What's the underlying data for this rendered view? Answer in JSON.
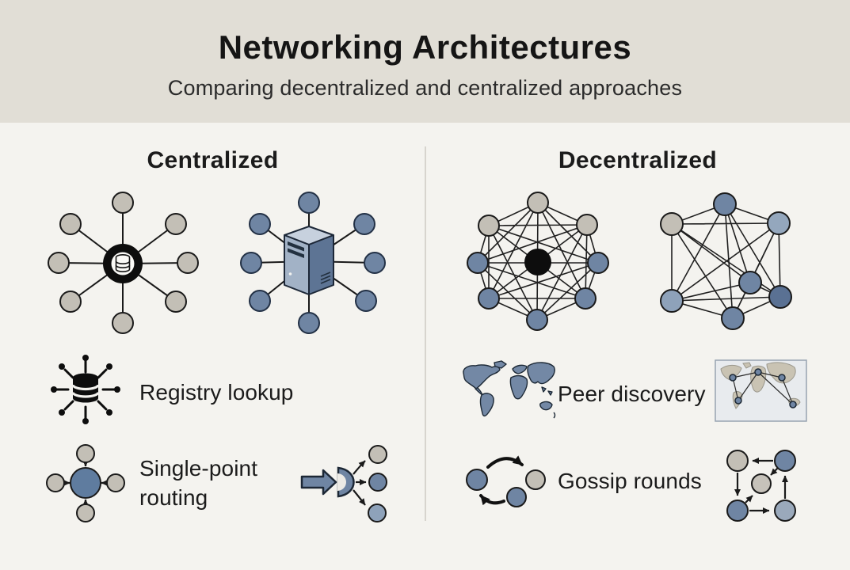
{
  "header": {
    "title": "Networking Architectures",
    "subtitle": "Comparing decentralized and centralized approaches"
  },
  "columns": {
    "centralized": {
      "title": "Centralized",
      "diagrams": [
        "hub-and-spoke-with-registry-hub",
        "hub-and-spoke-with-server-hub"
      ],
      "features": [
        {
          "label": "Registry lookup",
          "icon": "database-hub-icon"
        },
        {
          "label": "Single-point routing",
          "icon": "inbound-arrows-node-icon",
          "secondary_icon": "fan-out-router-icon"
        }
      ]
    },
    "decentralized": {
      "title": "Decentralized",
      "diagrams": [
        "full-mesh-with-black-node",
        "full-mesh-seven-nodes"
      ],
      "features": [
        {
          "label": "Peer discovery",
          "icon": "world-map-icon",
          "secondary_icon": "global-peers-map-thumbnail"
        },
        {
          "label": "Gossip rounds",
          "icon": "cyclic-exchange-icon",
          "secondary_icon": "square-gossip-graph-icon"
        }
      ]
    }
  },
  "colors": {
    "header_bg": "#e1ded6",
    "canvas_bg": "#f4f3ef",
    "ink": "#1a1a1a",
    "gray_node": "#c3bfb6",
    "blue_node": "#6f85a3",
    "light_blue_node": "#94a7bd",
    "dark_blue_node": "#5a7193",
    "black_accent": "#0d0d0d"
  }
}
